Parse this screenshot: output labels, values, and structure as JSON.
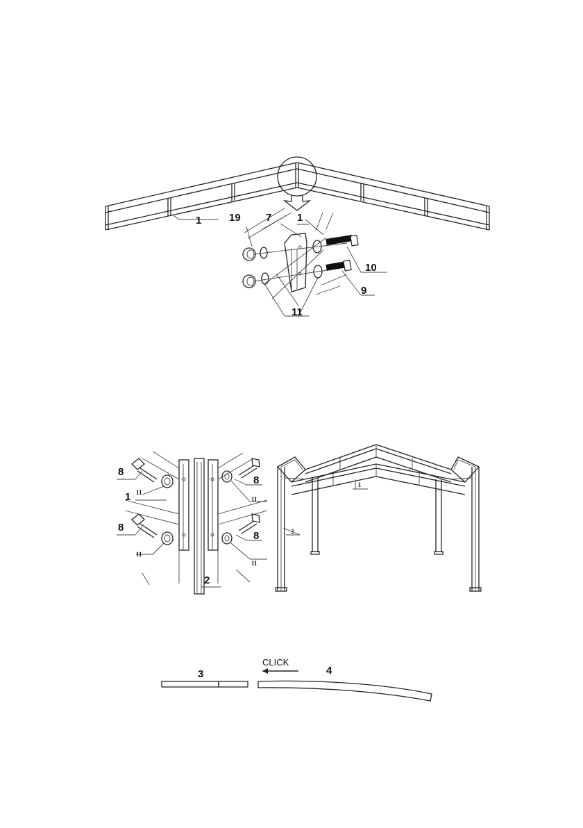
{
  "figure1": {
    "callouts": [
      "1",
      "19",
      "7",
      "1",
      "10",
      "9",
      "11"
    ]
  },
  "figure2": {
    "callouts_detail": [
      "8",
      "11",
      "1",
      "8",
      "11",
      "8",
      "11",
      "8",
      "11",
      "2"
    ],
    "callouts_frame": [
      "1",
      "2"
    ]
  },
  "figure3": {
    "callouts": [
      "3",
      "4"
    ],
    "action_text": "CLICK"
  }
}
